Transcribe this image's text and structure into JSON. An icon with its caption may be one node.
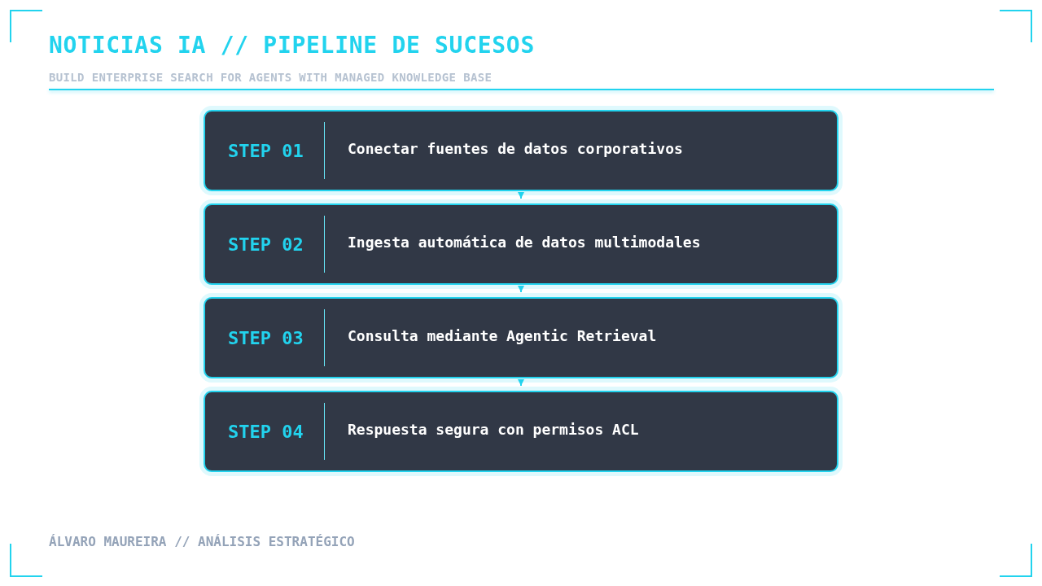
{
  "diagram": {
    "title": "NOTICIAS IA // PIPELINE DE SUCESOS",
    "nodes": [
      {
        "text": [
          "STEP 01",
          "Conectar fuentes de datos corporativos"
        ]
      },
      {
        "text": [
          "STEP 02",
          "Ingesta automática de datos multimodales"
        ]
      },
      {
        "text": [
          "STEP 03",
          "Consulta mediante Agentic Retrieval"
        ]
      },
      {
        "text": [
          "STEP 04",
          "Respuesta segura con permisos ACL"
        ]
      }
    ],
    "edges": [
      {
        "from": 0,
        "to": 1,
        "arrow": "to"
      },
      {
        "from": 1,
        "to": 2,
        "arrow": "to"
      },
      {
        "from": 2,
        "to": 3,
        "arrow": "to"
      }
    ],
    "labels": [
      "BUILD ENTERPRISE SEARCH FOR AGENTS WITH MANAGED KNOWLEDGE BASE",
      "ÁLVARO MAUREIRA // ANÁLISIS ESTRATÉGICO"
    ]
  }
}
